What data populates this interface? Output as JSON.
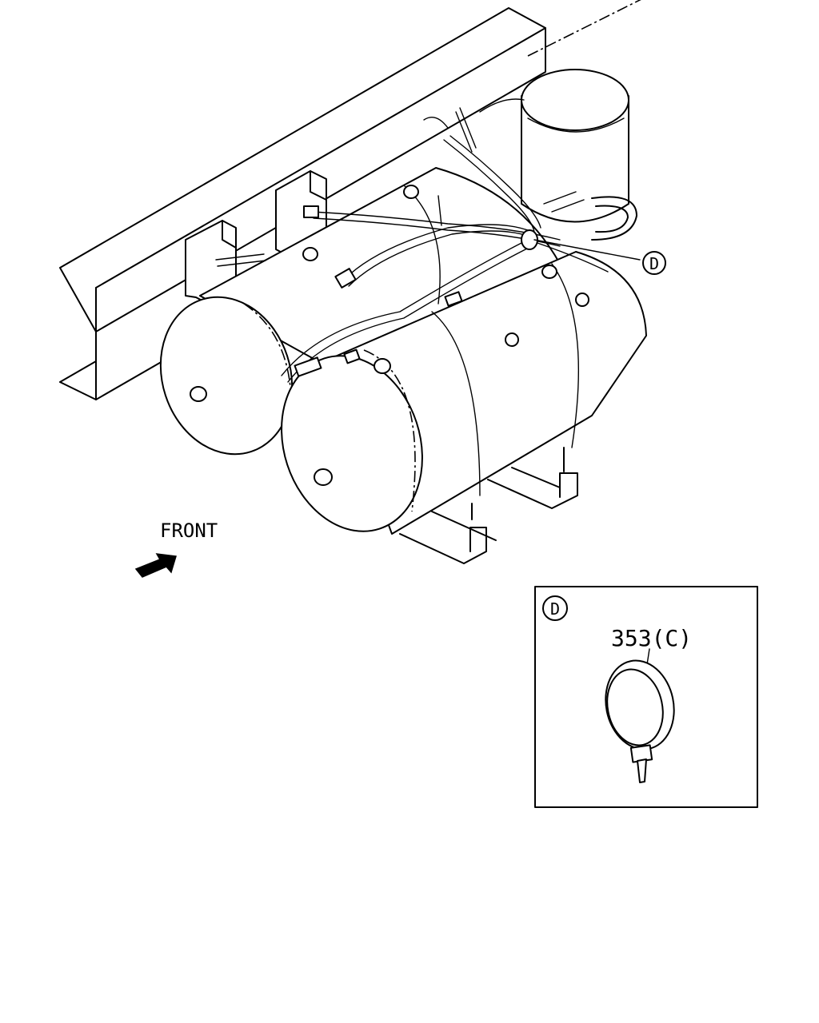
{
  "front_label": "FRONT",
  "callout_letter": "D",
  "detail": {
    "letter": "D",
    "part_label": "353(C)"
  },
  "icons": {
    "front_arrow": "arrow-front-icon",
    "cable_tie": "cable-tie-icon"
  }
}
